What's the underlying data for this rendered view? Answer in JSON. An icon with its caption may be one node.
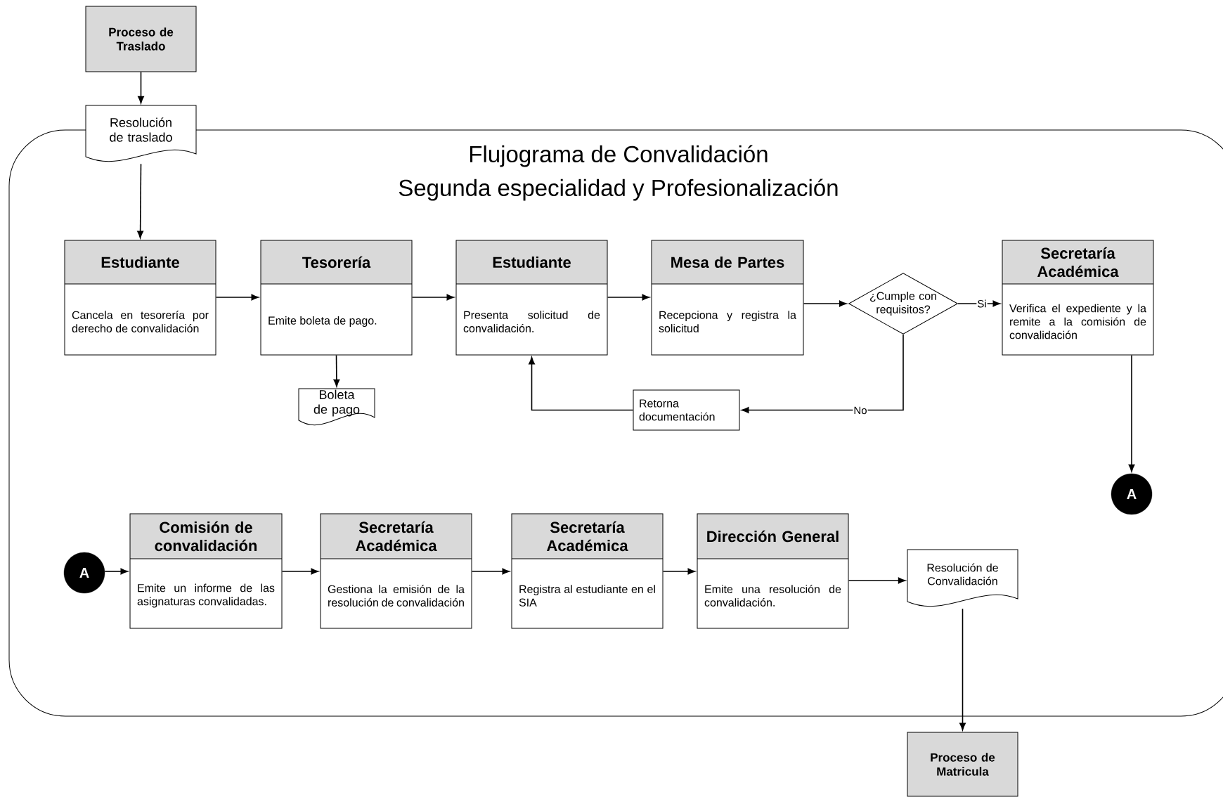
{
  "diagram": {
    "nodes": [
      {
        "text": [
          "Proceso de Traslado"
        ]
      },
      {
        "text": [
          "Resolución de traslado"
        ]
      },
      {
        "text": [
          "Flujograma de Convalidación",
          "Segunda especialidad y Profesionalización"
        ]
      },
      {
        "text": [
          "Estudiante",
          "Cancela en tesorería por derecho de convalidación"
        ],
        "in": 2
      },
      {
        "text": [
          "Tesorería",
          "Emite boleta de pago."
        ],
        "in": 2
      },
      {
        "text": [
          "Boleta de pago"
        ],
        "in": 2
      },
      {
        "text": [
          "Estudiante",
          "Presenta solicitud de convalidación."
        ],
        "in": 2
      },
      {
        "text": [
          "Mesa de Partes",
          "Recepciona y registra la solicitud"
        ],
        "in": 2
      },
      {
        "text": [
          "¿Cumple con requisitos?"
        ],
        "in": 2
      },
      {
        "text": [
          "Secretaría Académica",
          "Verifica el expediente y la remite a la comisión de convalidación"
        ],
        "in": 2
      },
      {
        "text": [
          "Retorna documentación"
        ],
        "in": 2
      },
      {
        "text": [
          "A"
        ],
        "in": 2
      },
      {
        "text": [
          "A"
        ],
        "in": 2
      },
      {
        "text": [
          "Comisión de convalidación",
          "Emite un informe de las asignaturas convalidadas."
        ],
        "in": 2
      },
      {
        "text": [
          "Secretaría Académica",
          "Gestiona la emisión de la resolución de convalidación"
        ],
        "in": 2
      },
      {
        "text": [
          "Secretaría Académica",
          "Registra al estudiante en el SIA"
        ],
        "in": 2
      },
      {
        "text": [
          "Dirección General",
          "Emite una resolución de convalidación."
        ],
        "in": 2
      },
      {
        "text": [
          "Resolución de Convalidación"
        ],
        "in": 2
      },
      {
        "text": [
          "Proceso de Matricula"
        ]
      }
    ],
    "edges": [
      {
        "from": 0,
        "to": 1,
        "arrow": "to"
      },
      {
        "from": 1,
        "to": 3,
        "arrow": "to"
      },
      {
        "from": 3,
        "to": 4,
        "arrow": "to"
      },
      {
        "from": 4,
        "to": 5,
        "arrow": "to"
      },
      {
        "from": 4,
        "to": 6,
        "arrow": "to"
      },
      {
        "from": 6,
        "to": 7,
        "arrow": "to"
      },
      {
        "from": 7,
        "to": 8,
        "arrow": "to"
      },
      {
        "from": 8,
        "to": 9,
        "arrow": "to",
        "label": "Si"
      },
      {
        "from": 8,
        "to": 10,
        "arrow": "to",
        "label": "No"
      },
      {
        "from": 10,
        "to": 6,
        "arrow": "to"
      },
      {
        "from": 9,
        "to": 11,
        "arrow": "to"
      },
      {
        "from": 12,
        "to": 13,
        "arrow": "to"
      },
      {
        "from": 13,
        "to": 14,
        "arrow": "to"
      },
      {
        "from": 14,
        "to": 15,
        "arrow": "to"
      },
      {
        "from": 15,
        "to": 16,
        "arrow": "to"
      },
      {
        "from": 16,
        "to": 17,
        "arrow": "to"
      },
      {
        "from": 17,
        "to": 18,
        "arrow": "to"
      }
    ]
  }
}
